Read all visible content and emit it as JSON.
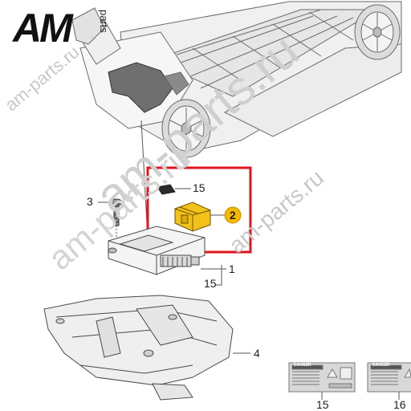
{
  "logo": {
    "text": "AM",
    "sub": "parts"
  },
  "watermarks": [
    "am-parts.ru",
    "am-parts.ru",
    "am-parts.ru",
    "am-parts.ru"
  ],
  "callouts": {
    "part_3": "3",
    "part_15a": "15",
    "part_2": "2",
    "part_1": "1",
    "part_15b": "15",
    "part_4": "4",
    "label_15": "15",
    "label_16": "16"
  },
  "warning_label": {
    "heading": "DANGER"
  },
  "colors": {
    "highlight_box": "#e0141c",
    "part_yellow": "#f2c21a",
    "badge_yellow": "#f5b800",
    "line": "#555555",
    "body_fill": "#f2f2f2",
    "dark_fill": "#7c7c7c"
  }
}
